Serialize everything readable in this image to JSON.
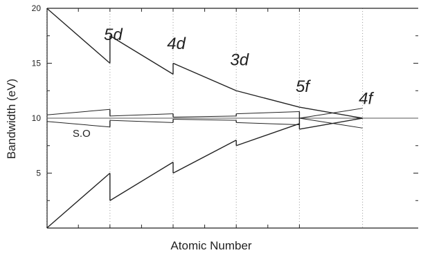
{
  "chart_data": {
    "type": "line",
    "title": "",
    "xlabel": "Atomic Number",
    "ylabel": "Bandwidth (eV)",
    "ylim": [
      0,
      20
    ],
    "xlim": [
      0,
      10
    ],
    "yticks": [
      5,
      10,
      15,
      20
    ],
    "yticks_minor": [
      2.5,
      7.5,
      12.5,
      17.5
    ],
    "xticks_minor": [
      1,
      2,
      3,
      4,
      5,
      6,
      7,
      8,
      9
    ],
    "ytick_labels": [
      "5",
      "10",
      "15",
      "20"
    ],
    "grid": false,
    "center_line": 10,
    "series_labels": [
      "5d",
      "4d",
      "3d",
      "5f",
      "4f"
    ],
    "so_label": "S.O",
    "upper_envelope": [
      [
        [
          1.0,
          20.0
        ],
        [
          3.0,
          15.0
        ]
      ],
      [
        [
          3.0,
          17.5
        ],
        [
          5.0,
          14.0
        ]
      ],
      [
        [
          5.0,
          15.0
        ],
        [
          7.0,
          12.5
        ]
      ],
      [
        [
          7.0,
          12.5
        ],
        [
          9.0,
          11.0
        ]
      ],
      [
        [
          9.0,
          11.0
        ],
        [
          11.0,
          10.0
        ]
      ]
    ],
    "lower_envelope": [
      [
        [
          1.0,
          0.0
        ],
        [
          3.0,
          5.0
        ]
      ],
      [
        [
          3.0,
          2.5
        ],
        [
          5.0,
          6.0
        ]
      ],
      [
        [
          5.0,
          5.0
        ],
        [
          7.0,
          8.0
        ]
      ],
      [
        [
          7.0,
          7.5
        ],
        [
          9.0,
          9.5
        ]
      ],
      [
        [
          9.0,
          9.0
        ],
        [
          11.0,
          10.0
        ]
      ]
    ],
    "so_upper": [
      [
        [
          1.0,
          10.3
        ],
        [
          3.0,
          10.8
        ]
      ],
      [
        [
          3.0,
          10.2
        ],
        [
          5.0,
          10.4
        ]
      ],
      [
        [
          5.0,
          10.1
        ],
        [
          7.0,
          10.2
        ]
      ],
      [
        [
          7.0,
          10.4
        ],
        [
          9.0,
          10.6
        ]
      ],
      [
        [
          9.0,
          10.0
        ],
        [
          11.0,
          10.9
        ]
      ]
    ],
    "so_lower": [
      [
        [
          1.0,
          9.7
        ],
        [
          3.0,
          9.2
        ]
      ],
      [
        [
          3.0,
          9.8
        ],
        [
          5.0,
          9.6
        ]
      ],
      [
        [
          5.0,
          9.9
        ],
        [
          7.0,
          9.8
        ]
      ],
      [
        [
          7.0,
          9.6
        ],
        [
          9.0,
          9.4
        ]
      ],
      [
        [
          9.0,
          10.0
        ],
        [
          11.0,
          9.1
        ]
      ]
    ],
    "divider_x": [
      1,
      3,
      5,
      7,
      9,
      11
    ]
  }
}
